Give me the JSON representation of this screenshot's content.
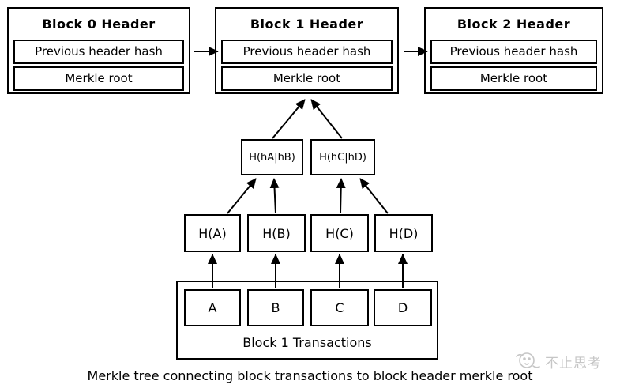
{
  "blocks": [
    {
      "title": "Block 0 Header",
      "fields": [
        "Previous header hash",
        "Merkle root"
      ]
    },
    {
      "title": "Block 1 Header",
      "fields": [
        "Previous header hash",
        "Merkle root"
      ]
    },
    {
      "title": "Block 2 Header",
      "fields": [
        "Previous header hash",
        "Merkle root"
      ]
    }
  ],
  "merkle_tree": {
    "parents": [
      "H(hA|hB)",
      "H(hC|hD)"
    ],
    "leaves": [
      "H(A)",
      "H(B)",
      "H(C)",
      "H(D)"
    ],
    "transactions": {
      "label": "Block 1 Transactions",
      "items": [
        "A",
        "B",
        "C",
        "D"
      ]
    }
  },
  "caption": "Merkle tree connecting block transactions to block header merkle root",
  "watermark": {
    "text": "不止思考"
  },
  "colors": {
    "line": "#000000",
    "background": "#ffffff",
    "watermark": "#c6c6c6"
  }
}
